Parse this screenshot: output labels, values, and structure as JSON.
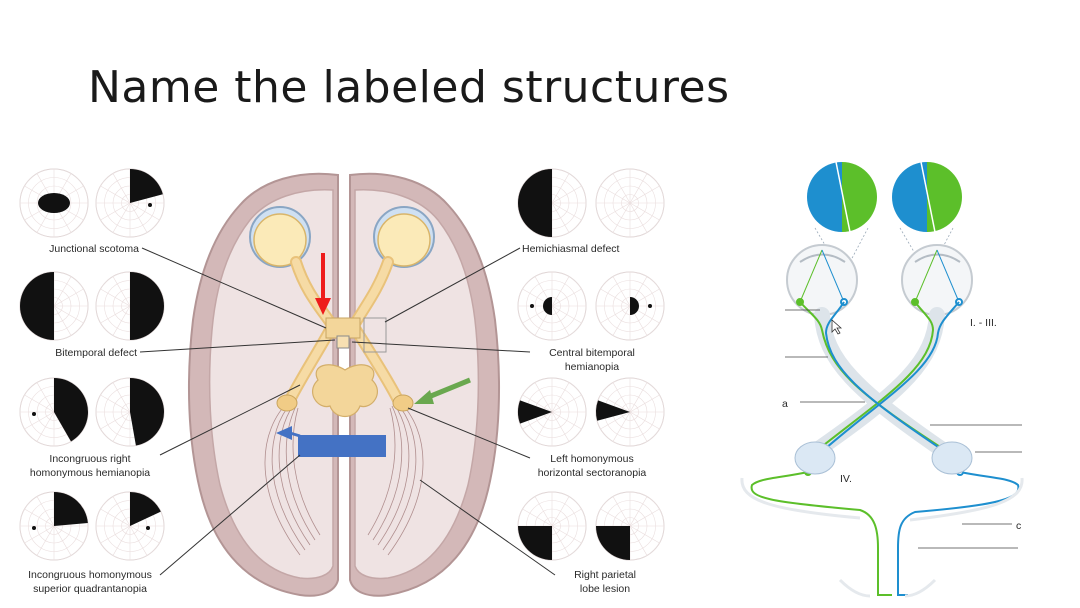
{
  "slide": {
    "title": "Name the labeled structures"
  },
  "figure_left": {
    "labels": {
      "junctional_scotoma": "Junctional scotoma",
      "hemichiasmal_defect": "Hemichiasmal defect",
      "bitemporal_defect": "Bitemporal defect",
      "central_bitemporal_1": "Central bitemporal",
      "central_bitemporal_2": "hemianopia",
      "incongruous_right_1": "Incongruous right",
      "incongruous_right_2": "homonymous hemianopia",
      "left_homonymous_1": "Left homonymous",
      "left_homonymous_2": "horizontal sectoranopia",
      "incongruous_sup_1": "Incongruous homonymous",
      "incongruous_sup_2": "superior quadrantanopia",
      "right_parietal_1": "Right parietal",
      "right_parietal_2": "lobe lesion"
    },
    "colors": {
      "red_arrow": "#ee1c1c",
      "green_arrow": "#6aa84f",
      "blue_box": "#4472c4",
      "pathway": "#f2cf8e",
      "brain": "#c9a9a9"
    }
  },
  "figure_right": {
    "labels": {
      "roman_1_3": "I. - III.",
      "roman_4": "IV.",
      "partial_a": "a",
      "partial_c": "c"
    },
    "colors": {
      "blue_field": "#1e8fcf",
      "green_field": "#5cbf2a"
    }
  }
}
